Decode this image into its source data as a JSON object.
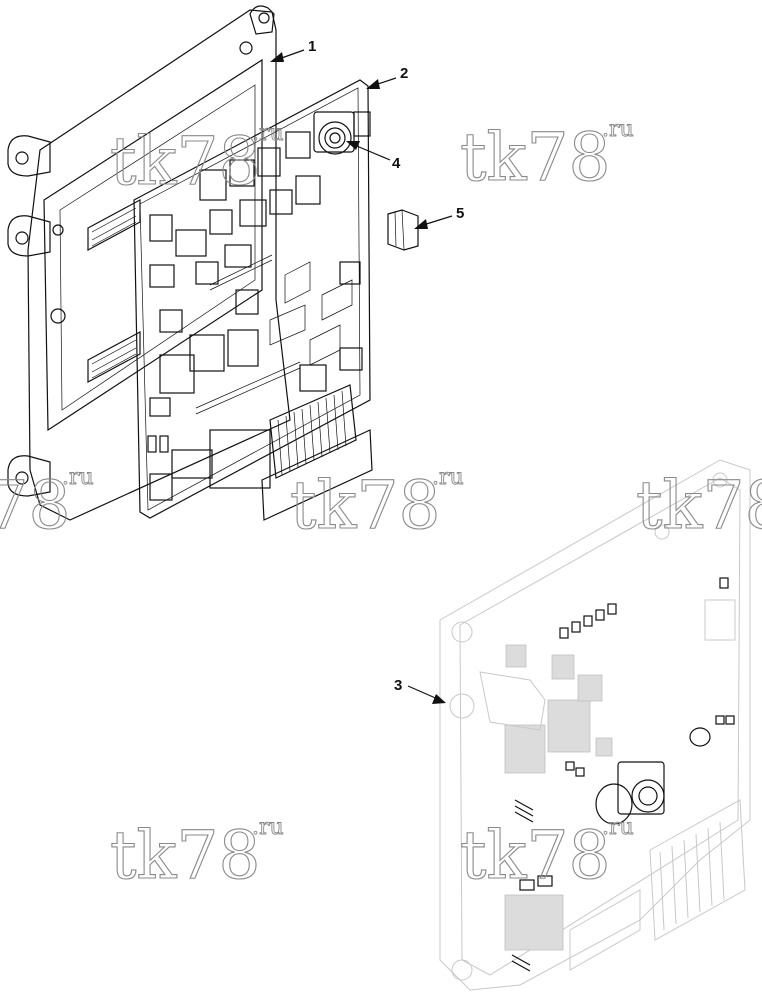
{
  "callouts": [
    {
      "id": "1",
      "label": "1"
    },
    {
      "id": "2",
      "label": "2"
    },
    {
      "id": "3",
      "label": "3"
    },
    {
      "id": "4",
      "label": "4"
    },
    {
      "id": "5",
      "label": "5"
    }
  ],
  "watermark": {
    "main": "tk78",
    "sup": ".ru"
  }
}
